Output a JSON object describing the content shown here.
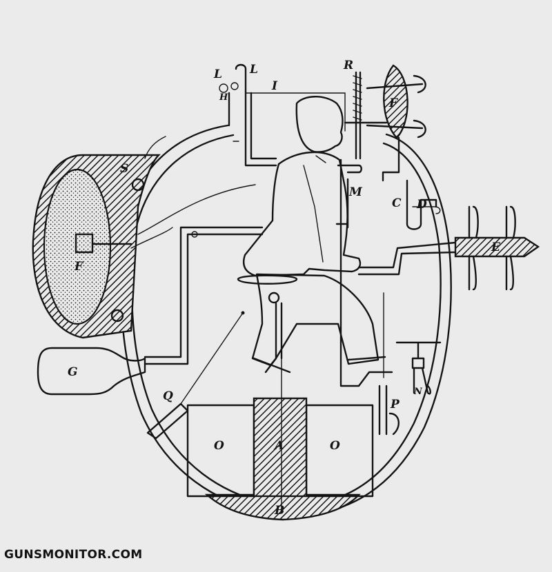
{
  "labels": {
    "L1": "L",
    "L2": "L",
    "I": "I",
    "R": "R",
    "S": "S",
    "F": "F",
    "C": "C",
    "D": "D",
    "M": "M",
    "E": "E",
    "G": "G",
    "Q": "Q",
    "O1": "O",
    "O2": "O",
    "A": "A",
    "B": "B",
    "P": "P",
    "N": "N",
    "H": "H"
  },
  "watermark": "GUNSMONITOR.COM"
}
